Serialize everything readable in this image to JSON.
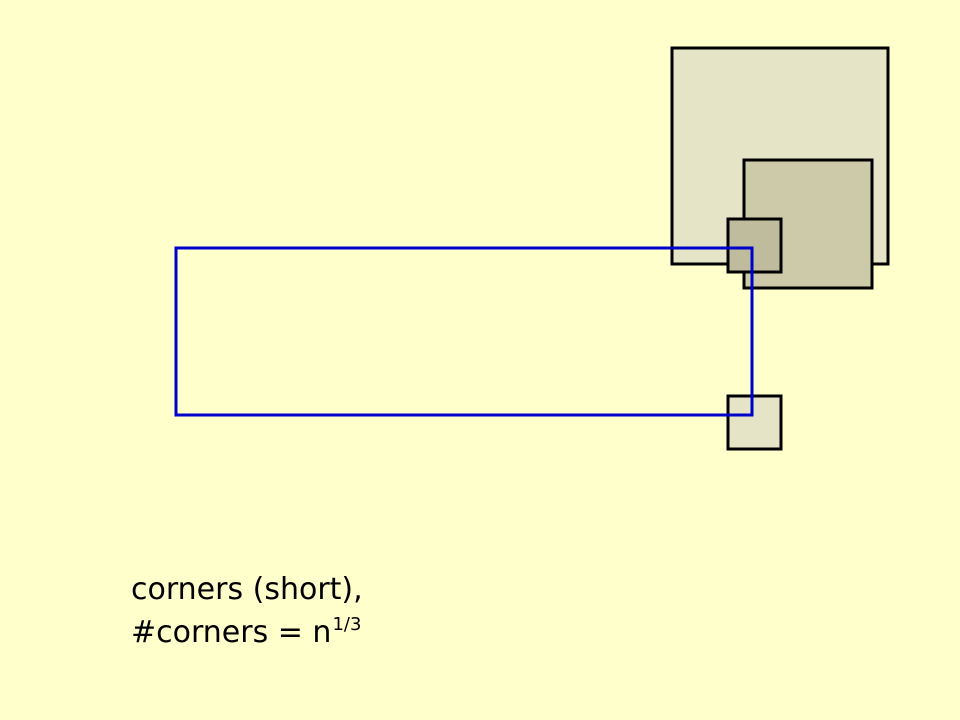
{
  "slide": {
    "background": "#FFFFCC",
    "caption_line_1": "corners (short),",
    "caption_line_2_main": "#corners = n",
    "caption_line_2_sup": "1/3"
  },
  "diagram": {
    "query_rectangle": {
      "stroke": "#0000CC"
    },
    "squares": [
      {
        "name": "large",
        "fill": "#E6E4C6"
      },
      {
        "name": "medium",
        "fill": "#CDCAAA"
      },
      {
        "name": "small-upper",
        "fill": "#BFBC9E"
      },
      {
        "name": "small-lower",
        "fill": "#E6E4C6"
      }
    ],
    "square_stroke": "#000000"
  }
}
